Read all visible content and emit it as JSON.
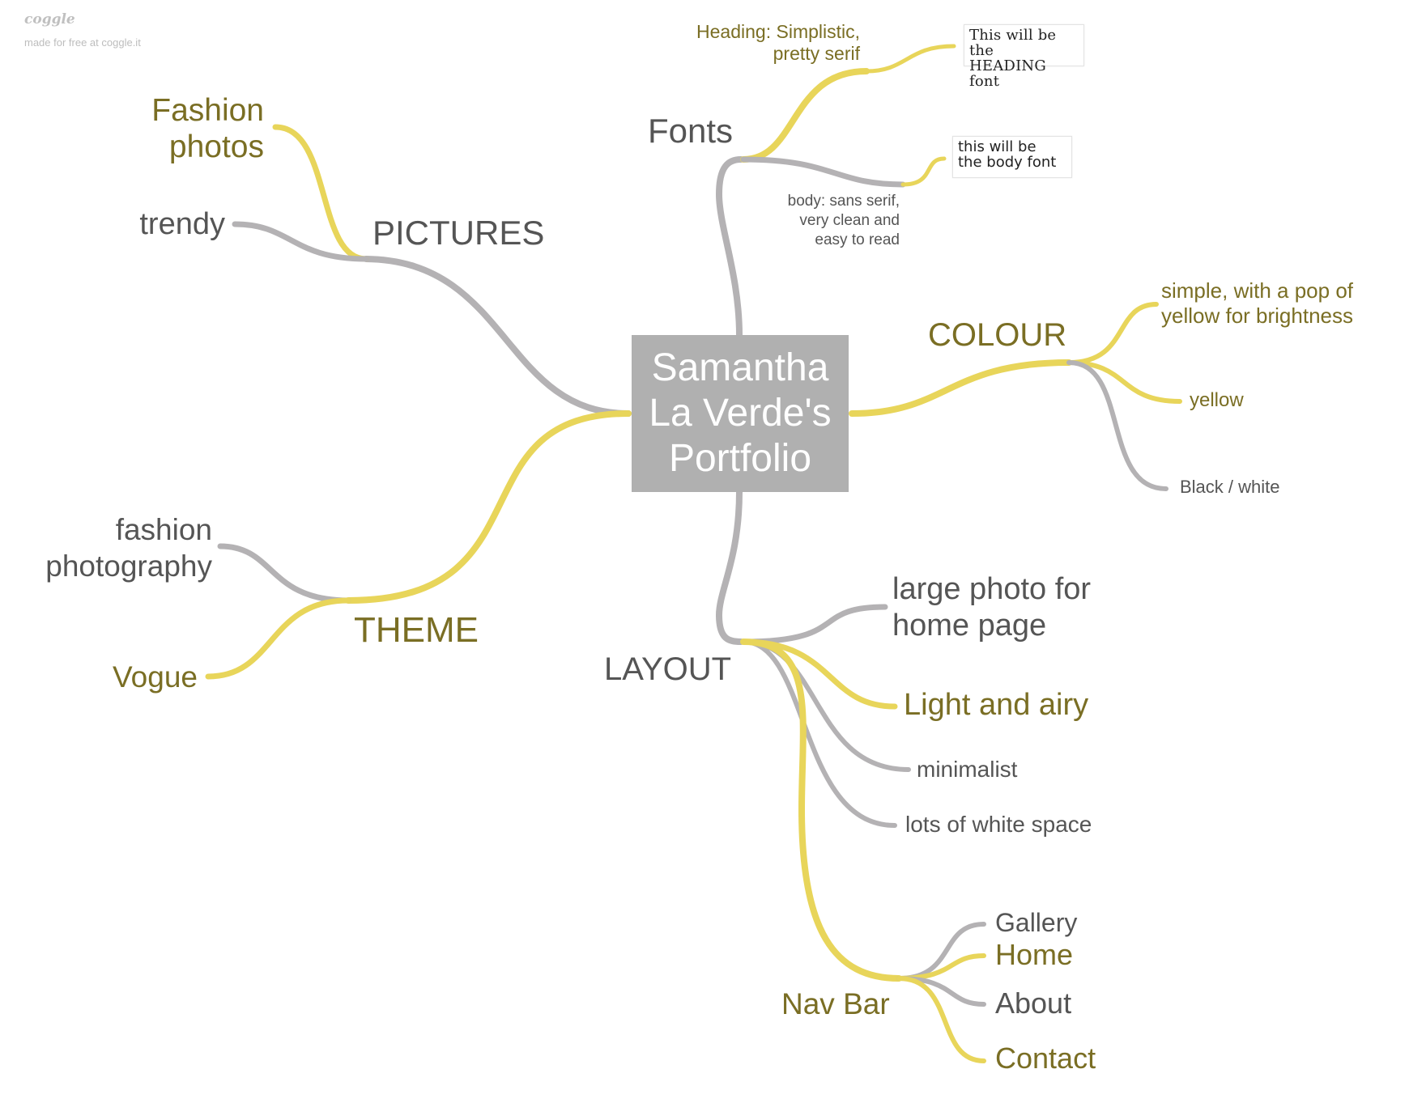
{
  "brand": {
    "logo_text": "coggle",
    "tagline": "made for free at coggle.it"
  },
  "colors": {
    "yellow_branch": "#e8d55a",
    "gray_branch": "#b4b2b4",
    "node_olive": "#7a6e24",
    "node_gray": "#555555",
    "central_bg": "#b0b0b0"
  },
  "central": {
    "lines": [
      "Samantha",
      "La Verde's",
      "Portfolio"
    ]
  },
  "fonts": {
    "label": "Fonts",
    "heading": {
      "lines": [
        "Heading: Simplistic,",
        "pretty serif"
      ],
      "sample_lines": [
        "This will be the",
        "HEADING font"
      ]
    },
    "body": {
      "lines": [
        "body: sans serif,",
        "very clean and",
        "easy to read"
      ],
      "sample_lines": [
        "this will be",
        "the body font"
      ]
    }
  },
  "colour": {
    "label": "COLOUR",
    "children": [
      {
        "lines": [
          "simple, with a pop of",
          "yellow for brightness"
        ]
      },
      {
        "lines": [
          "yellow"
        ]
      },
      {
        "lines": [
          "Black / white"
        ]
      }
    ]
  },
  "pictures": {
    "label": "PICTURES",
    "children": [
      {
        "lines": [
          "Fashion",
          "photos"
        ]
      },
      {
        "lines": [
          "trendy"
        ]
      }
    ]
  },
  "theme": {
    "label": "THEME",
    "children": [
      {
        "lines": [
          "fashion",
          "photography"
        ]
      },
      {
        "lines": [
          "Vogue"
        ]
      }
    ]
  },
  "layout": {
    "label": "LAYOUT",
    "children": [
      {
        "lines": [
          "large photo for",
          "home page"
        ]
      },
      {
        "lines": [
          "Light and airy"
        ]
      },
      {
        "lines": [
          "minimalist"
        ]
      },
      {
        "lines": [
          "lots of white space"
        ]
      }
    ],
    "nav_bar": {
      "label": "Nav Bar",
      "items": [
        "Gallery",
        "Home",
        "About",
        "Contact"
      ]
    }
  }
}
